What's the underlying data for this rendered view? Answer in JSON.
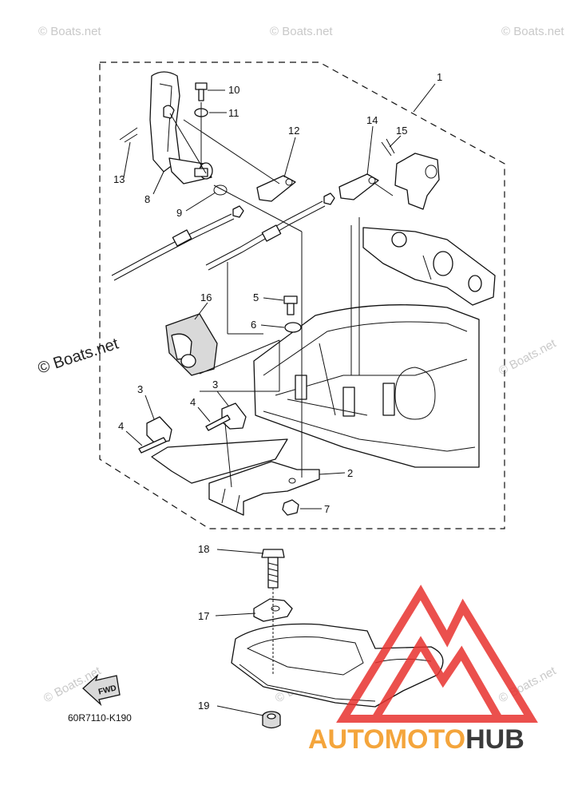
{
  "watermarks": {
    "text": "© Boats.net"
  },
  "callouts": {
    "c1": "1",
    "c2": "2",
    "c3a": "3",
    "c3b": "3",
    "c4a": "4",
    "c4b": "4",
    "c5": "5",
    "c6": "6",
    "c7": "7",
    "c8": "8",
    "c9": "9",
    "c10": "10",
    "c11": "11",
    "c12": "12",
    "c13": "13",
    "c14": "14",
    "c15": "15",
    "c16": "16",
    "c17": "17",
    "c18": "18",
    "c19": "19"
  },
  "fwd_label": "FWD",
  "diagram_code": "60R7110-K190",
  "brand": {
    "auto": "AUTO",
    "moto": "MOTO",
    "hub": "HUB",
    "auto_color": "#f4a53c",
    "moto_color": "#f4a53c",
    "hub_color": "#3b3b3b",
    "triangle_color": "#e8322f"
  }
}
